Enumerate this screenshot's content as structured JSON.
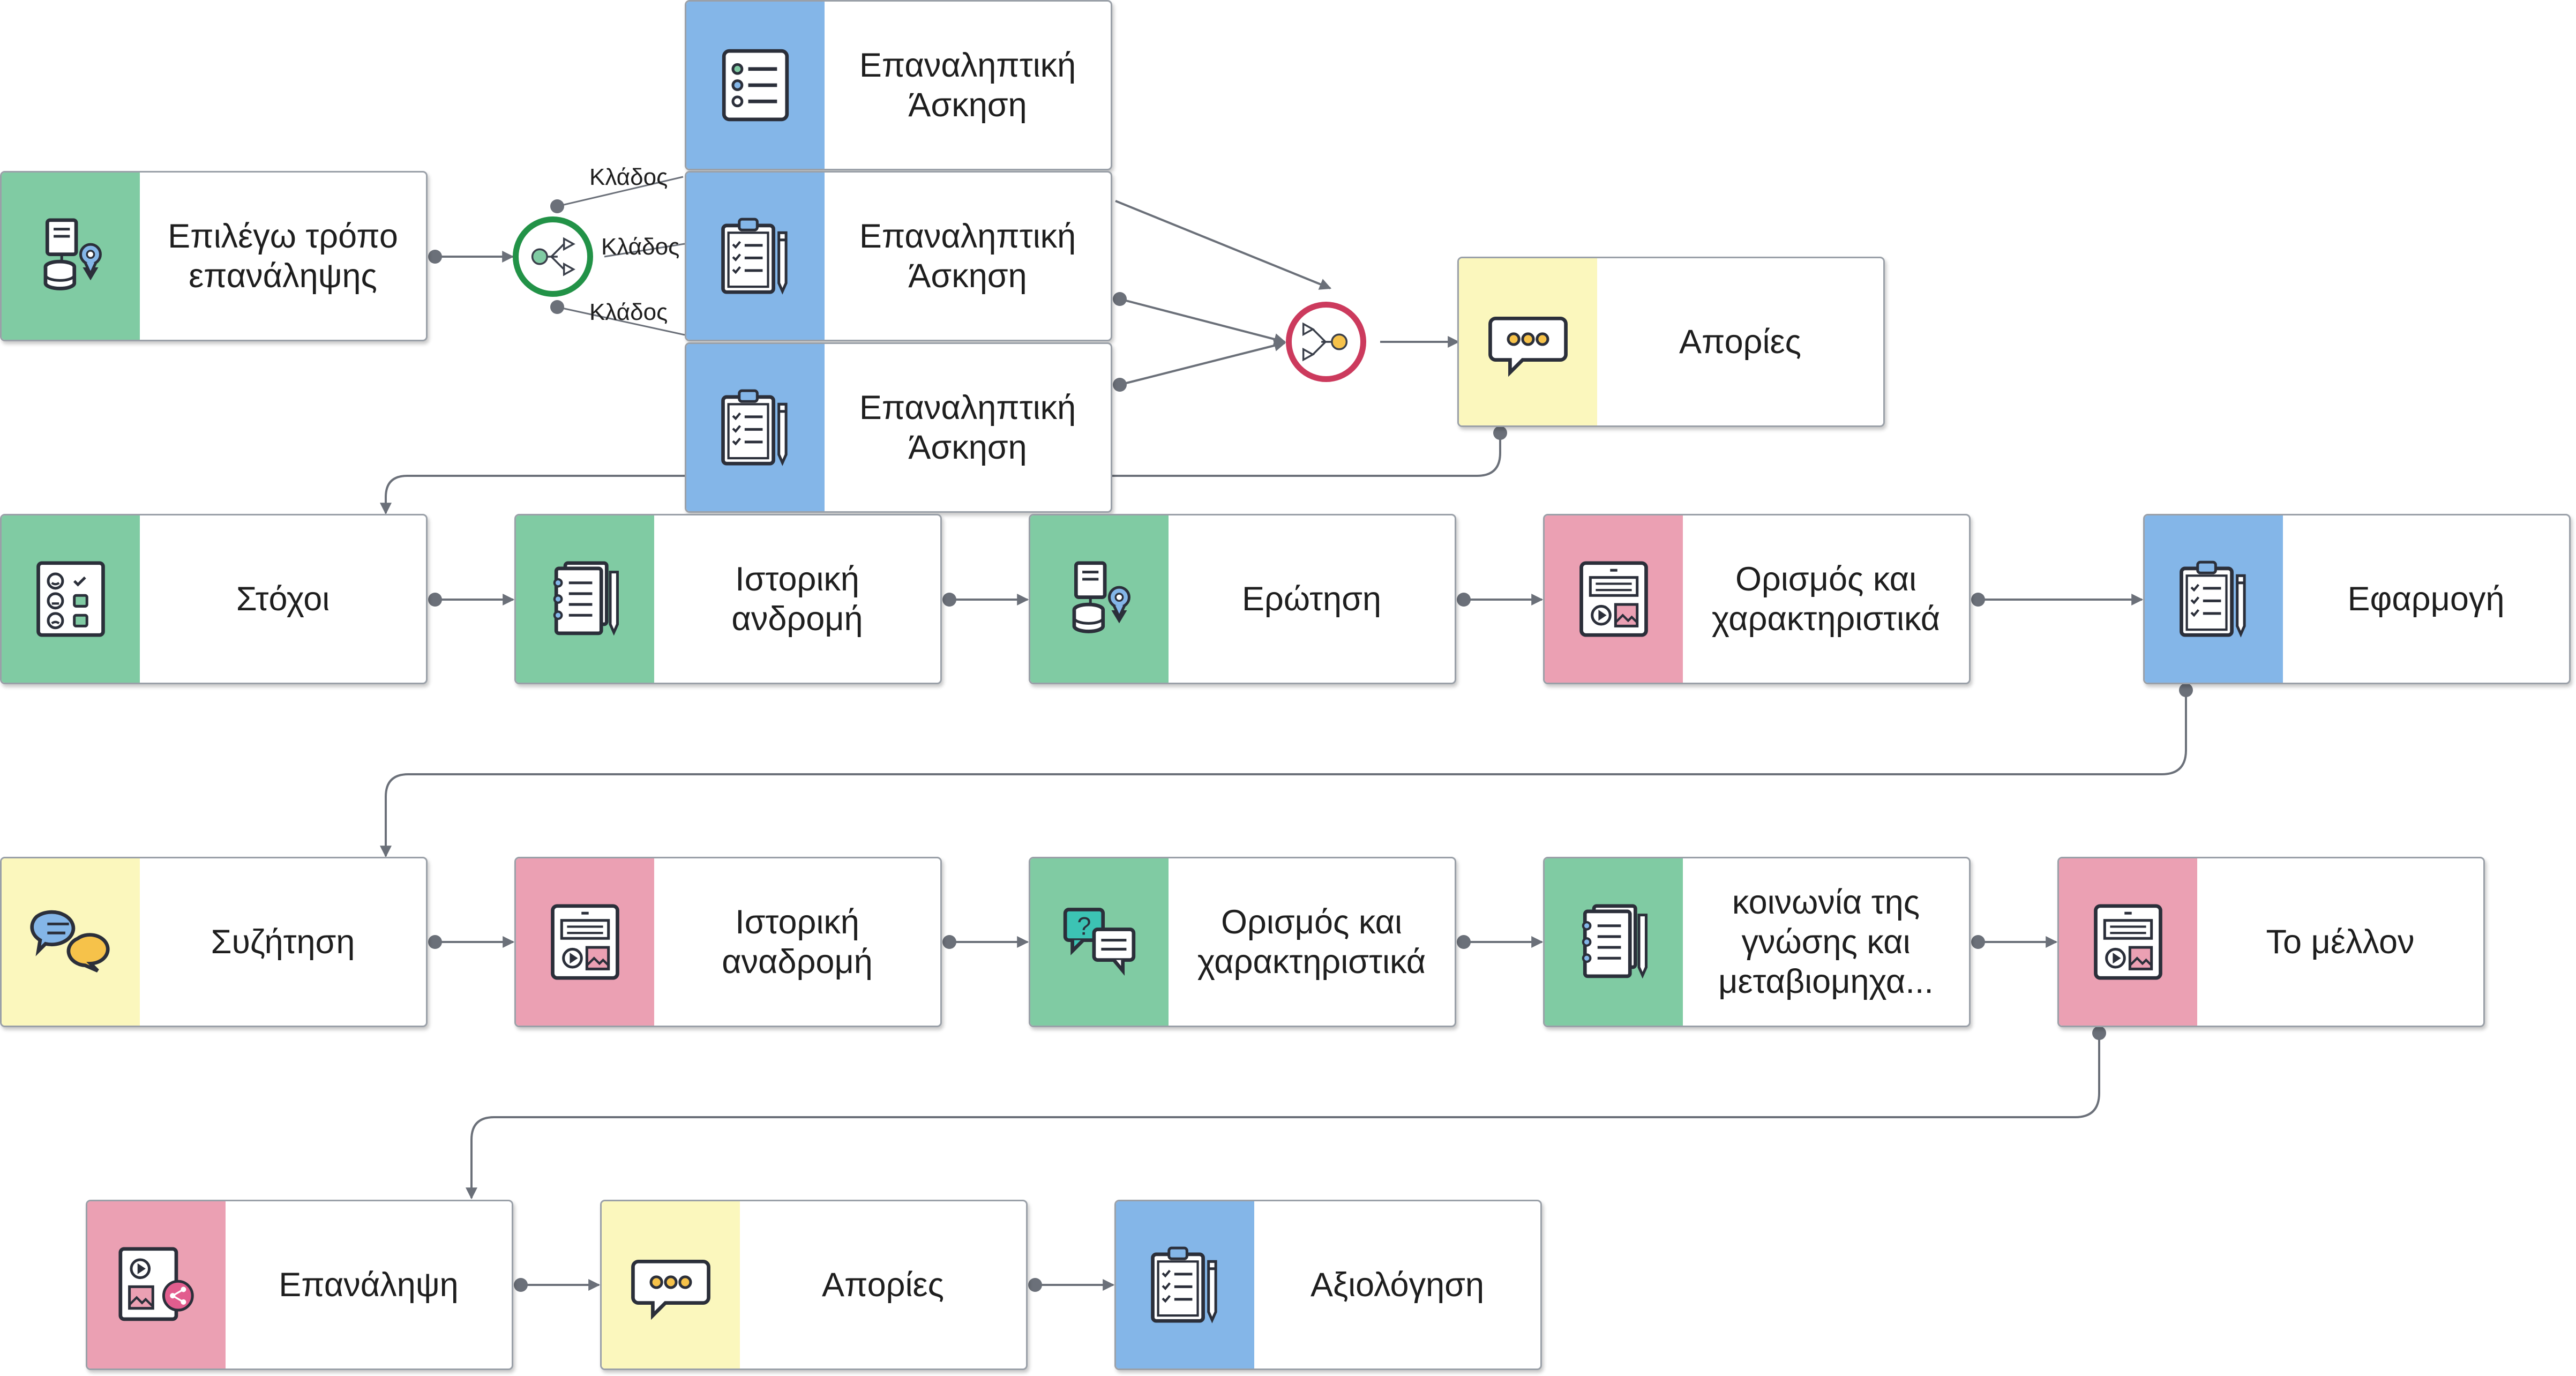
{
  "colors": {
    "green": "#80cba3",
    "blue": "#84b6e8",
    "yellow": "#fbf7bd",
    "pink": "#eba0b3",
    "connector": "#6b7079",
    "split_gateway": "#229247",
    "merge_gateway": "#cc3a5d"
  },
  "branch_labels": [
    "Κλάδος",
    "Κλάδος",
    "Κλάδος"
  ],
  "nodes": {
    "n1": {
      "label": "Επιλέγω τρόπο\nεπανάληψης",
      "color": "green",
      "icon": "data-pin-icon"
    },
    "b1": {
      "label": "Επαναληπτική\nΆσκηση",
      "color": "blue",
      "icon": "checklist-icon"
    },
    "b2": {
      "label": "Επαναληπτική\nΆσκηση",
      "color": "blue",
      "icon": "clipboard-icon"
    },
    "b3": {
      "label": "Επαναληπτική\nΆσκηση",
      "color": "blue",
      "icon": "clipboard-icon"
    },
    "n2": {
      "label": "Απορίες",
      "color": "yellow",
      "icon": "speech-bubble-icon"
    },
    "n3": {
      "label": "Στόχοι",
      "color": "green",
      "icon": "goals-icon"
    },
    "n4": {
      "label": "Ιστορική\nανδρομή",
      "color": "green",
      "icon": "notebook-icon"
    },
    "n5": {
      "label": "Ερώτηση",
      "color": "green",
      "icon": "data-pin-icon"
    },
    "n6": {
      "label": "Ορισμός και\nχαρακτηριστικά",
      "color": "pink",
      "icon": "media-page-icon"
    },
    "n7": {
      "label": "Εφαρμογή",
      "color": "blue",
      "icon": "clipboard-icon"
    },
    "n8": {
      "label": "Συζήτηση",
      "color": "yellow",
      "icon": "chat-icon"
    },
    "n9": {
      "label": "Ιστορική\nαναδρομή",
      "color": "pink",
      "icon": "media-page-icon"
    },
    "n10": {
      "label": "Ορισμός και\nχαρακτηριστικά",
      "color": "green",
      "icon": "question-chat-icon"
    },
    "n11": {
      "label": "κοινωνία της\nγνώσης και\nμεταβιομηχα...",
      "color": "green",
      "icon": "notebook-icon"
    },
    "n12": {
      "label": "Το μέλλον",
      "color": "pink",
      "icon": "media-page-icon"
    },
    "n13": {
      "label": "Επανάληψη",
      "color": "pink",
      "icon": "share-media-icon"
    },
    "n14": {
      "label": "Απορίες",
      "color": "yellow",
      "icon": "speech-bubble-icon"
    },
    "n15": {
      "label": "Αξιολόγηση",
      "color": "blue",
      "icon": "clipboard-icon"
    }
  },
  "gateways": {
    "split": {
      "type": "split",
      "icon": "split-gateway-icon"
    },
    "merge": {
      "type": "merge",
      "icon": "merge-gateway-icon"
    }
  }
}
